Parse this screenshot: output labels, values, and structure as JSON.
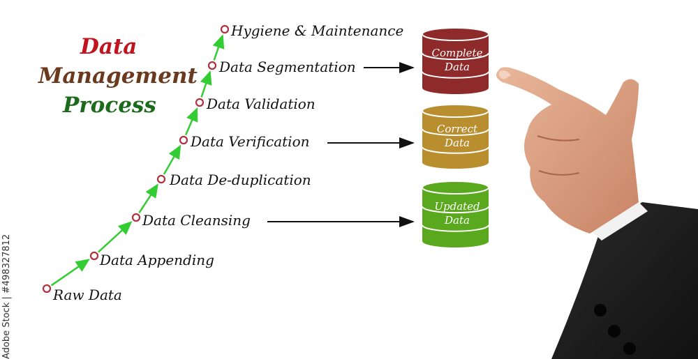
{
  "title": {
    "line1": "Data",
    "line2": "Management",
    "line3": "Process"
  },
  "colors": {
    "title1": "#c0141e",
    "title2": "#6b3a1e",
    "title3": "#1b6b1b",
    "step_arrow": "#33cc33",
    "node_ring": "#b03040",
    "db_complete": "#8e2a2a",
    "db_correct": "#b88e2f",
    "db_updated": "#5aa81e"
  },
  "steps": [
    {
      "label": "Raw Data"
    },
    {
      "label": "Data Appending"
    },
    {
      "label": "Data Cleansing"
    },
    {
      "label": "Data De-duplication"
    },
    {
      "label": "Data Verification"
    },
    {
      "label": "Data Validation"
    },
    {
      "label": "Data Segmentation"
    },
    {
      "label": "Hygiene & Maintenance"
    }
  ],
  "databases": [
    {
      "line1": "Complete",
      "line2": "Data",
      "color_key": "db_complete"
    },
    {
      "line1": "Correct",
      "line2": "Data",
      "color_key": "db_correct"
    },
    {
      "line1": "Updated",
      "line2": "Data",
      "color_key": "db_updated"
    }
  ],
  "watermark": "Adobe Stock | #498327812"
}
